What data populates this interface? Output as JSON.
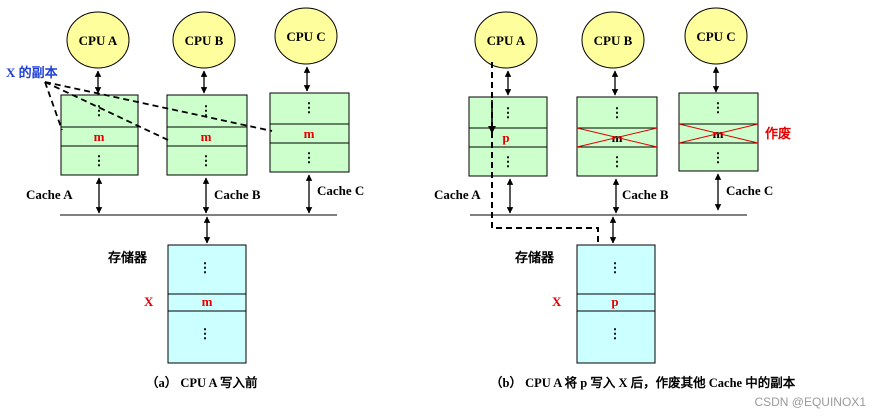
{
  "colors": {
    "cpu_fill": "#fefe9c",
    "cache_fill": "#ccffcc",
    "memory_fill": "#ccffff",
    "highlight_text": "#e60000",
    "annotation_text": "#1f3fd6"
  },
  "left": {
    "cpus": [
      "CPU A",
      "CPU B",
      "CPU C"
    ],
    "caches": [
      {
        "label": "Cache A",
        "rows": [
          "⋮",
          "m",
          "⋮"
        ]
      },
      {
        "label": "Cache B",
        "rows": [
          "⋮",
          "m",
          "⋮"
        ]
      },
      {
        "label": "Cache C",
        "rows": [
          "⋮",
          "m",
          "⋮"
        ]
      }
    ],
    "copies_label": "X 的副本",
    "memory_label": "存储器",
    "memory_x": "X",
    "memory_rows": [
      "⋮",
      "m",
      "⋮"
    ],
    "caption": "（a）  CPU A 写入前"
  },
  "right": {
    "cpus": [
      "CPU A",
      "CPU B",
      "CPU C"
    ],
    "caches": [
      {
        "label": "Cache A",
        "rows": [
          "⋮",
          "p",
          "⋮"
        ],
        "invalid": false
      },
      {
        "label": "Cache B",
        "rows": [
          "⋮",
          "m",
          "⋮"
        ],
        "invalid": true
      },
      {
        "label": "Cache C",
        "rows": [
          "⋮",
          "m",
          "⋮"
        ],
        "invalid": true
      }
    ],
    "invalid_label": "作废",
    "memory_label": "存储器",
    "memory_x": "X",
    "memory_rows": [
      "⋮",
      "p",
      "⋮"
    ],
    "caption": "（b）  CPU A 将 p 写入 X 后，作废其他 Cache 中的副本"
  },
  "watermark": "CSDN @EQUINOX1"
}
